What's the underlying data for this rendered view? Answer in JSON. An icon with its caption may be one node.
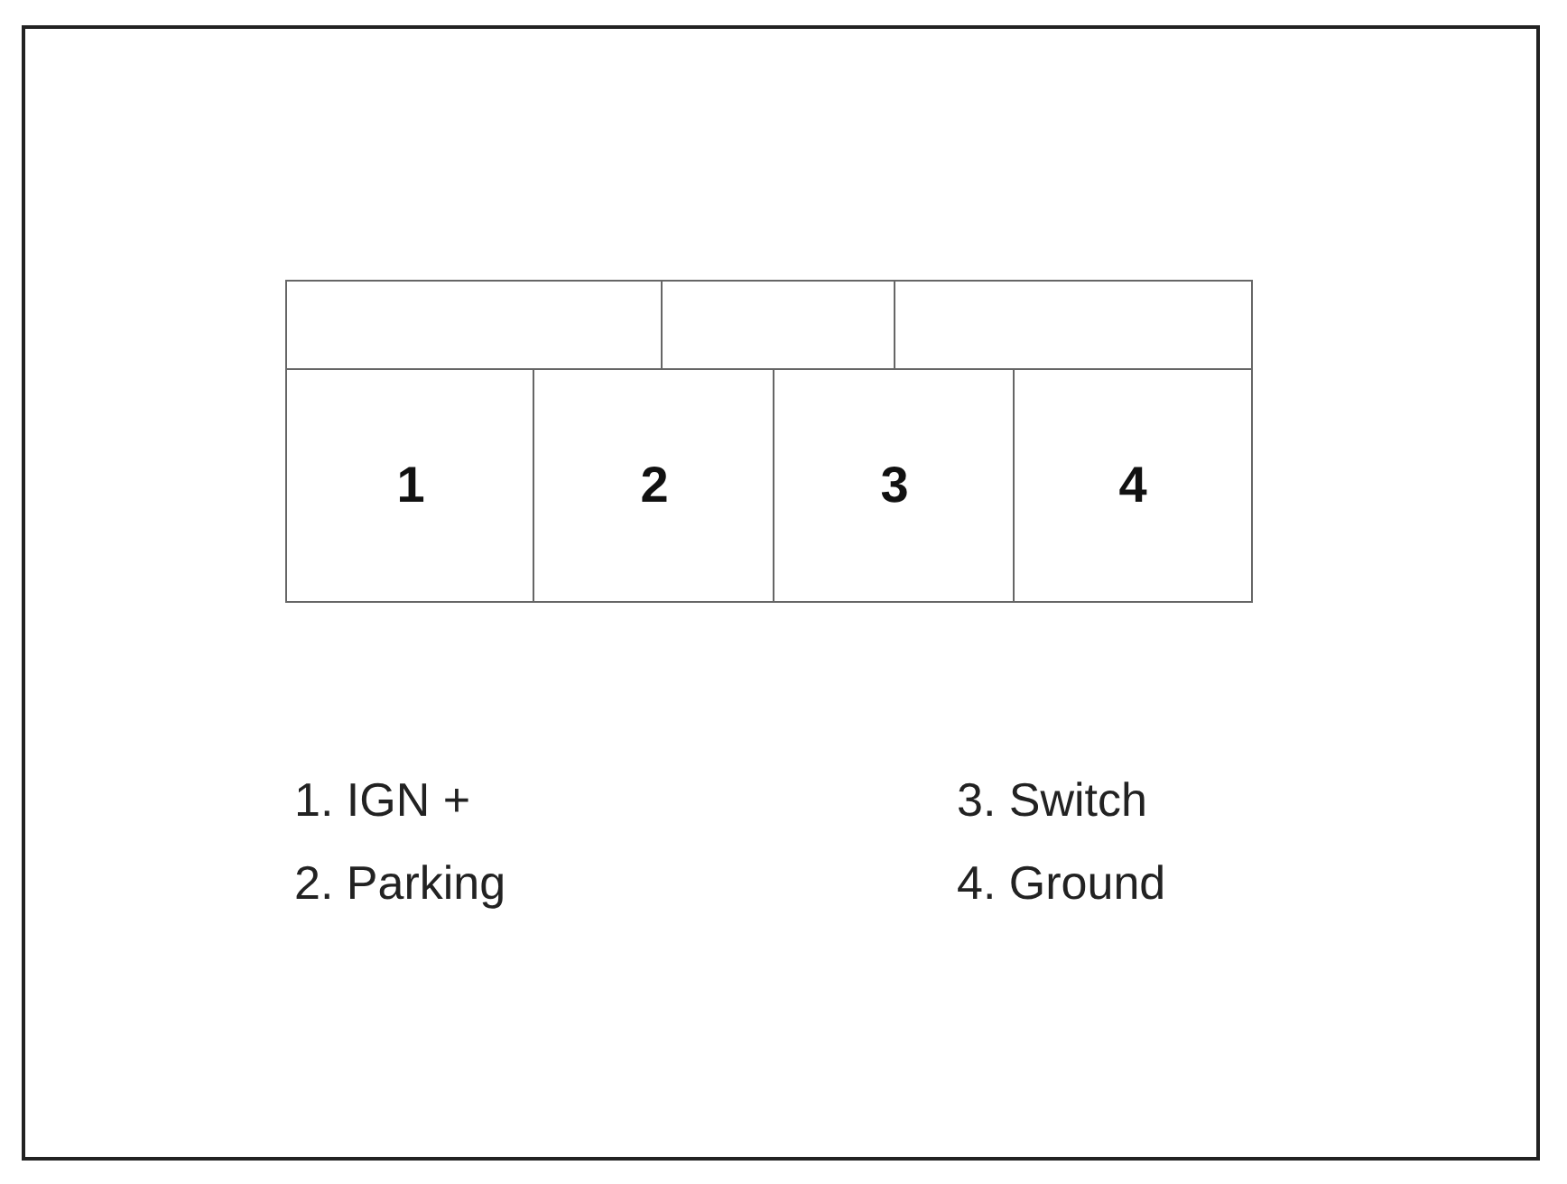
{
  "diagram": {
    "nodes": [
      {
        "text": [],
        "shape": "box"
      },
      {
        "text": [],
        "shape": "box"
      },
      {
        "text": [],
        "shape": "box"
      },
      {
        "text": [
          "1"
        ]
      },
      {
        "text": [
          "2"
        ]
      },
      {
        "text": [
          "3"
        ]
      },
      {
        "text": [
          "4"
        ]
      }
    ],
    "labels": [
      "1. IGN +",
      "3. Switch",
      "2. Parking",
      "4. Ground"
    ]
  }
}
